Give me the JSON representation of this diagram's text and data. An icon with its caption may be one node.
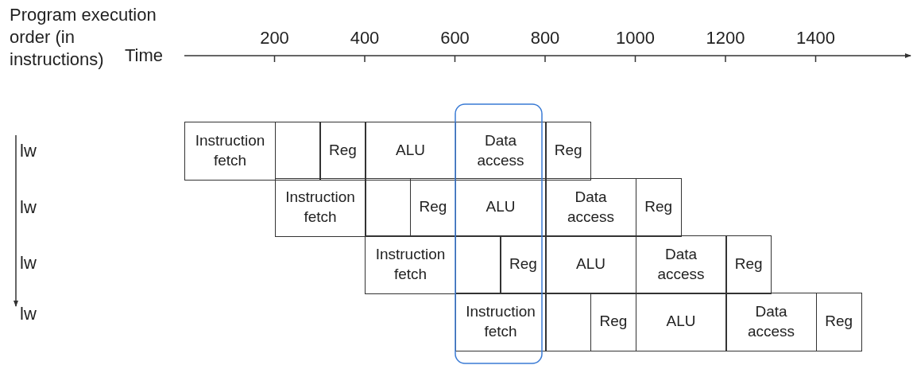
{
  "diagram": {
    "nodes": [
      {
        "text": [
          "Instruction fetch"
        ]
      },
      {
        "text": [],
        "shape": "box"
      },
      {
        "text": [
          "Reg"
        ]
      },
      {
        "text": [
          "ALU"
        ]
      },
      {
        "text": [
          "Data access"
        ]
      },
      {
        "text": [
          "Reg"
        ]
      },
      {
        "text": [
          "Instruction fetch"
        ]
      },
      {
        "text": [],
        "shape": "box"
      },
      {
        "text": [
          "Reg"
        ]
      },
      {
        "text": [
          "ALU"
        ]
      },
      {
        "text": [
          "Data access"
        ]
      },
      {
        "text": [
          "Reg"
        ]
      },
      {
        "text": [
          "Instruction fetch"
        ]
      },
      {
        "text": [],
        "shape": "box"
      },
      {
        "text": [
          "Reg"
        ]
      },
      {
        "text": [
          "ALU"
        ]
      },
      {
        "text": [
          "Data access"
        ]
      },
      {
        "text": [
          "Reg"
        ]
      },
      {
        "text": [
          "Instruction fetch"
        ]
      },
      {
        "text": [],
        "shape": "box"
      },
      {
        "text": [
          "Reg"
        ]
      },
      {
        "text": [
          "ALU"
        ]
      },
      {
        "text": [
          "Data access"
        ]
      },
      {
        "text": [
          "Reg"
        ]
      }
    ],
    "edges": [],
    "labels": [
      "Program execution order (in instructions)",
      "Time",
      "200",
      "400",
      "600",
      "800",
      "1000",
      "1200",
      "1400",
      "lw",
      "lw",
      "lw",
      "lw"
    ]
  }
}
